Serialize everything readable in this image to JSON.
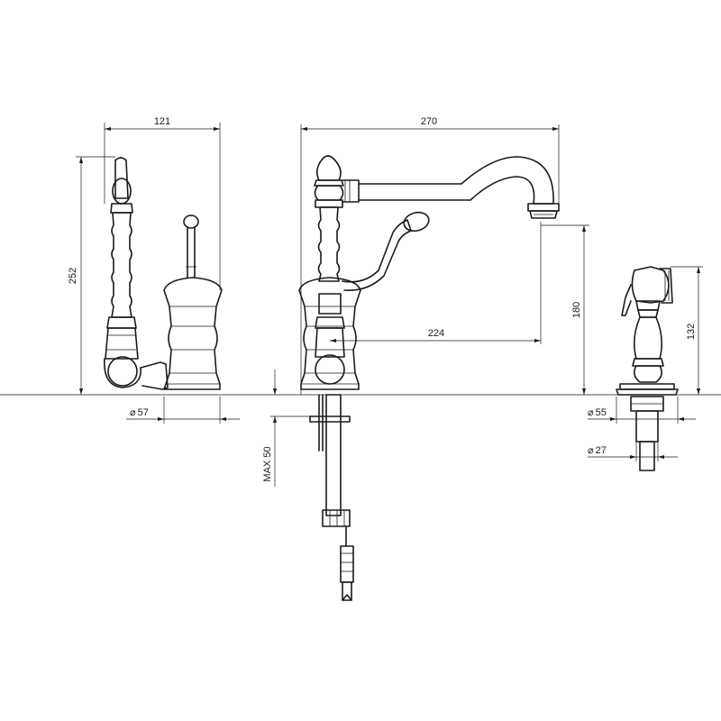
{
  "dimensions": {
    "side_width": "121",
    "side_height": "252",
    "base_diameter": "57",
    "total_reach": "270",
    "spout_reach": "224",
    "spout_height": "180",
    "max_deck_thickness": "MAX 50",
    "spray_height": "132",
    "spray_flange_diameter": "55",
    "spray_shank_diameter": "27"
  },
  "symbols": {
    "diameter": "⌀"
  }
}
